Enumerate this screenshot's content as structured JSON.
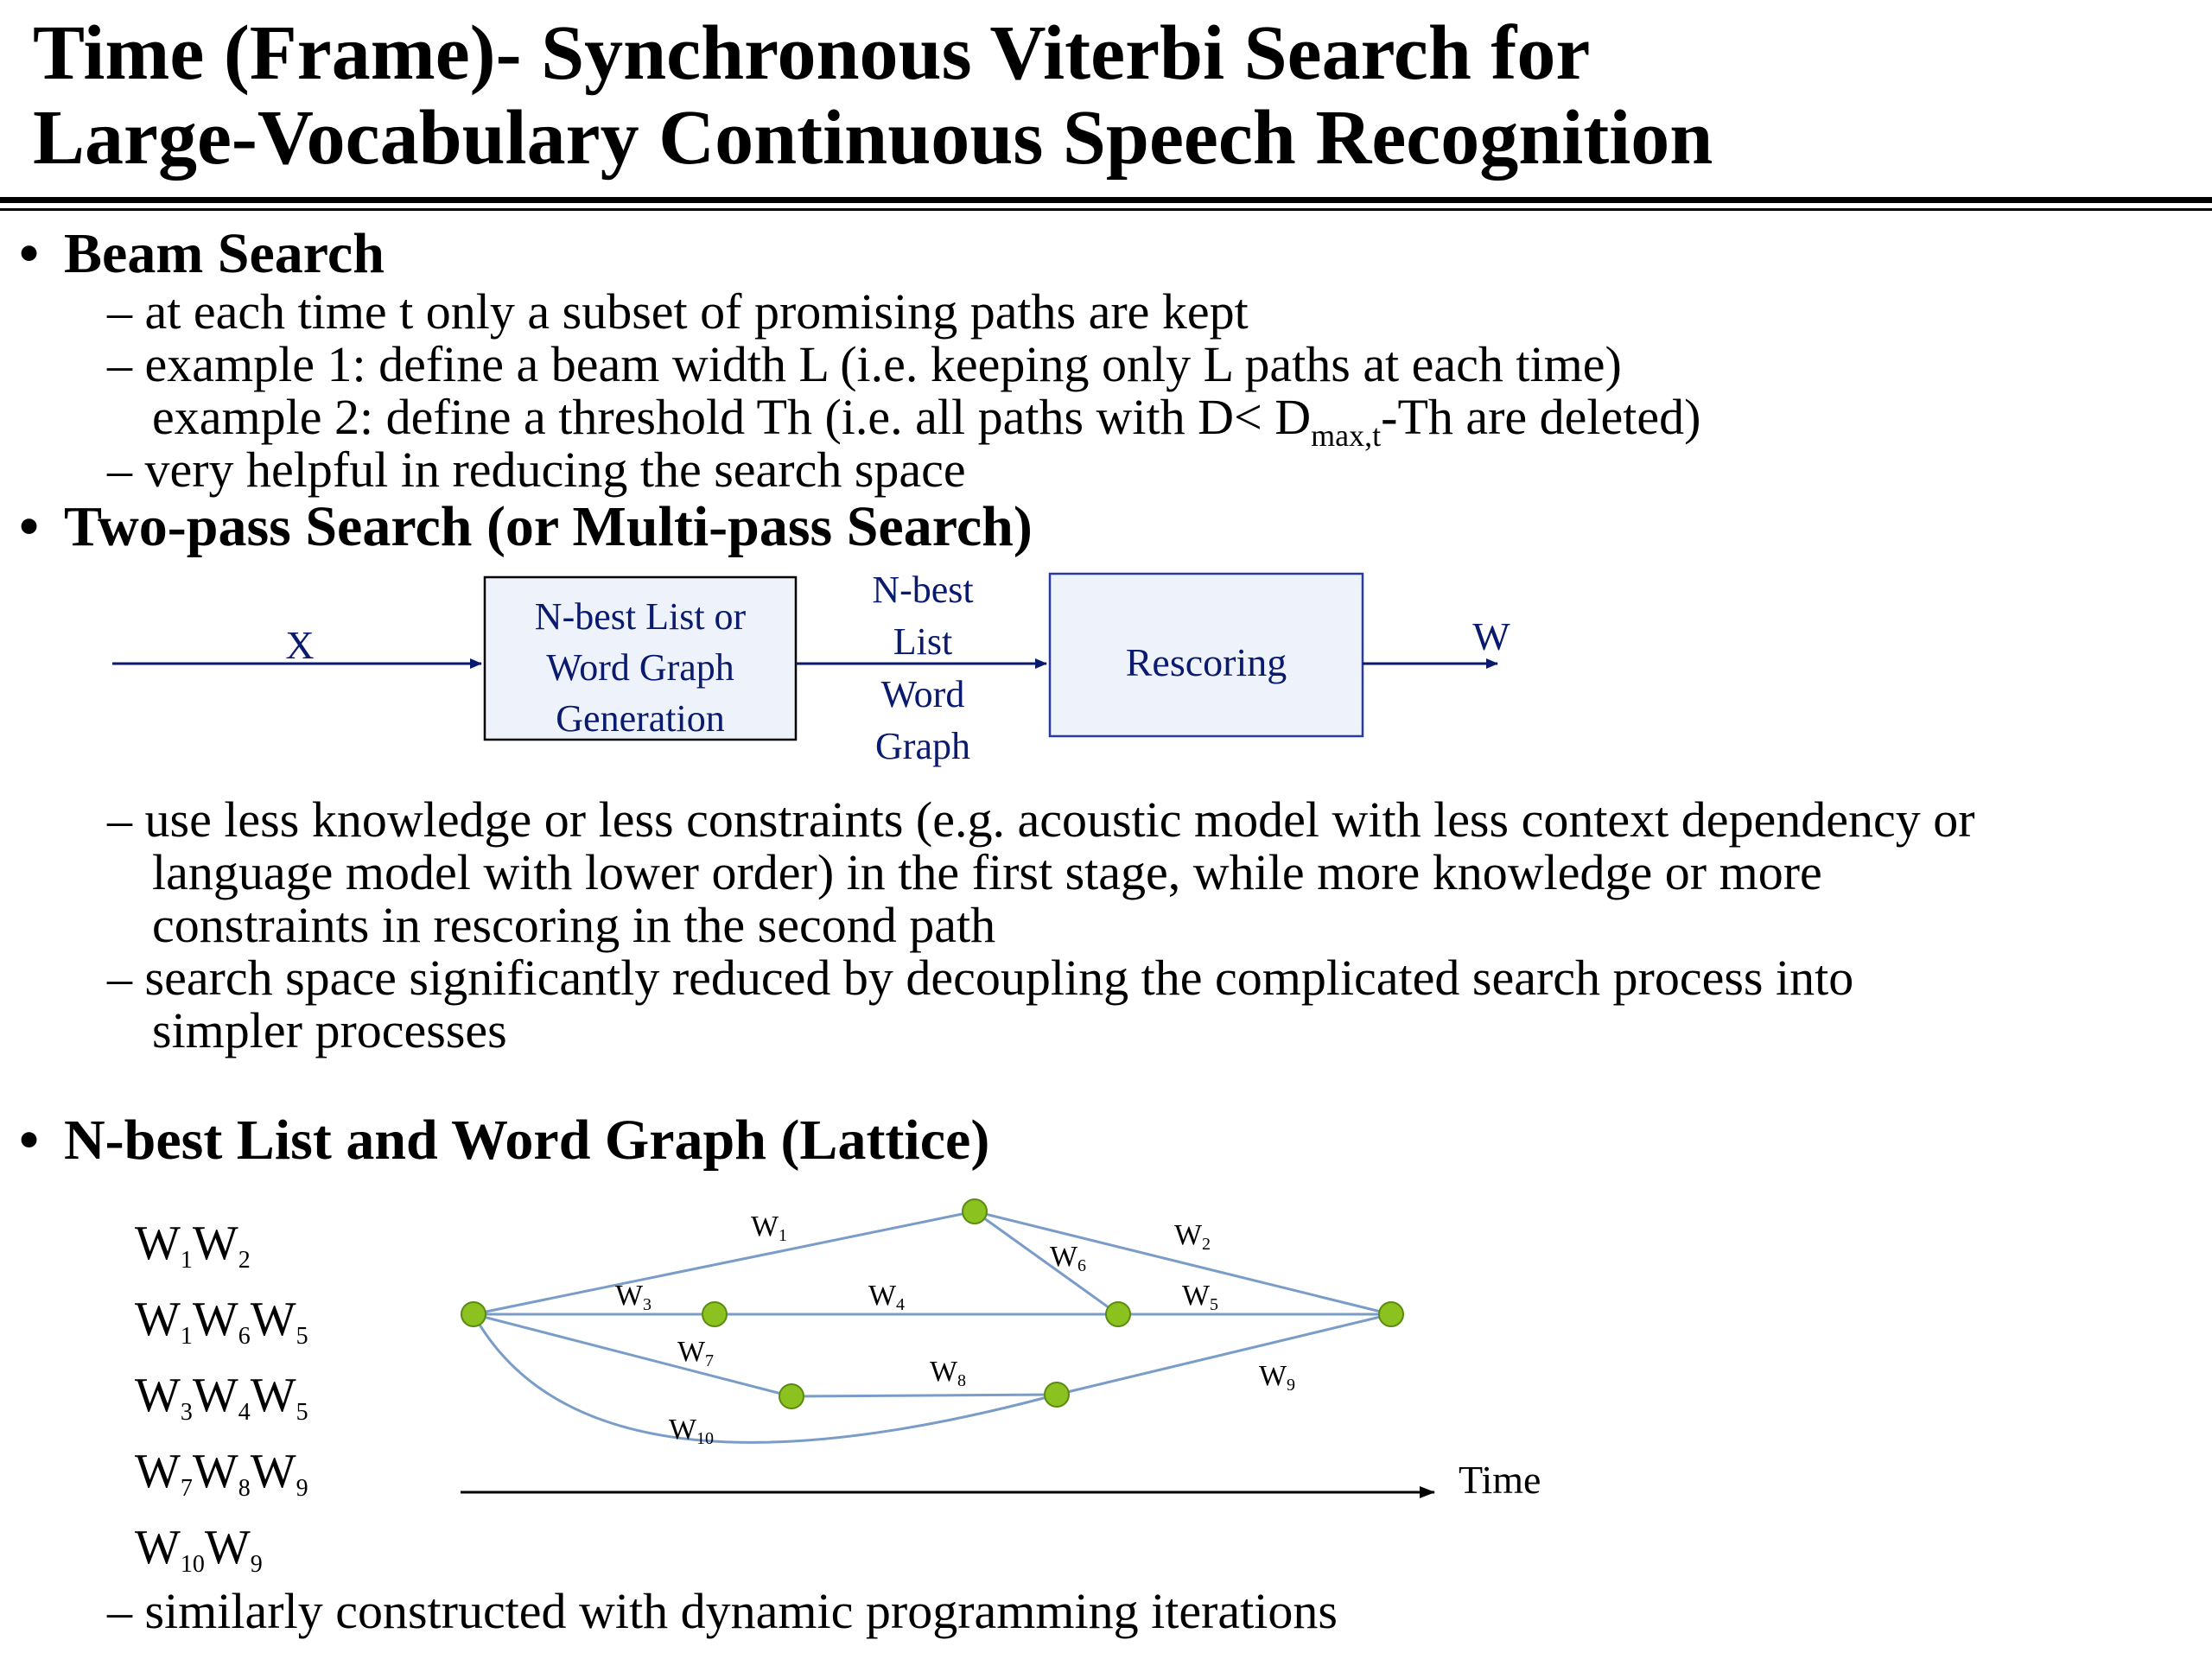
{
  "title": {
    "line1": "Time (Frame)- Synchronous Viterbi Search for",
    "line2": "Large-Vocabulary Continuous Speech Recognition"
  },
  "beam": {
    "heading": "Beam Search",
    "item1": "at each time t only a subset of promising paths are kept",
    "item2a": "example 1: define a beam width L (i.e. keeping only L paths at each time)",
    "item2b_pre": "example 2: define a threshold Th (i.e. all paths with D< D",
    "item2b_sub": "max,t",
    "item2b_post": "-Th are deleted)",
    "item3": "very helpful in reducing the search space"
  },
  "twopass": {
    "heading": "Two-pass Search (or Multi-pass Search)",
    "diagram": {
      "input_label": "X",
      "box1_lines": [
        "N-best List or",
        "Word Graph",
        "Generation"
      ],
      "mid_lines": [
        "N-best",
        "List",
        "Word",
        "Graph"
      ],
      "box2_label": "Rescoring",
      "output_label": "W"
    },
    "item1_l1": "use less knowledge or less constraints (e.g. acoustic model with less context dependency or",
    "item1_l2": "language model with lower order) in the first stage, while more knowledge or more",
    "item1_l3": "constraints in rescoring in the second path",
    "item2_l1": "search space significantly reduced by decoupling the complicated search process into",
    "item2_l2": "simpler processes"
  },
  "nbest": {
    "heading": "N-best List and Word Graph (Lattice)",
    "paths": [
      [
        "W1",
        "W2"
      ],
      [
        "W1",
        "W6",
        "W5"
      ],
      [
        "W3",
        "W4",
        "W5"
      ],
      [
        "W7",
        "W8",
        "W9"
      ],
      [
        "W10",
        "W9"
      ]
    ],
    "edge_labels": [
      "W1",
      "W2",
      "W3",
      "W4",
      "W5",
      "W6",
      "W7",
      "W8",
      "W9",
      "W10"
    ],
    "time_label": "Time",
    "colors": {
      "node_fill": "#8bc220",
      "node_stroke": "#5a8a10",
      "edge": "#7a9cc8"
    },
    "final_item": "similarly constructed with dynamic programming iterations"
  },
  "dash": "–",
  "bullet_char": "•"
}
